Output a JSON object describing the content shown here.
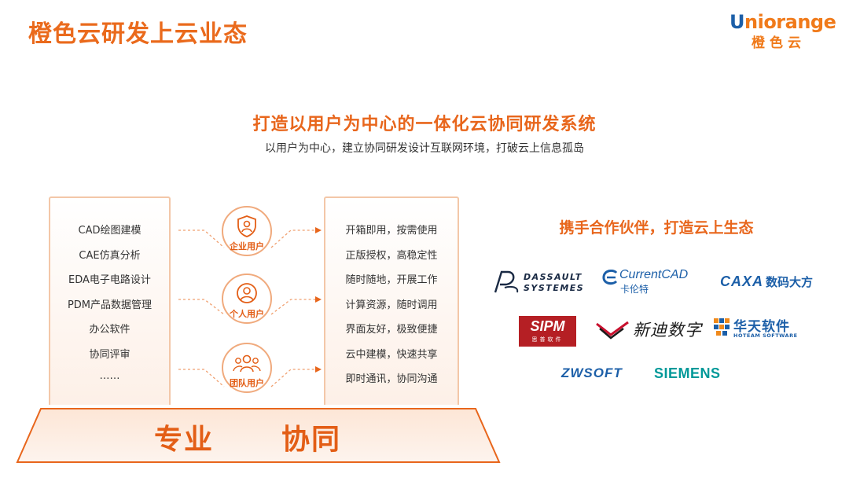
{
  "header": {
    "title": "橙色云研发上云业态"
  },
  "logo": {
    "en_prefix": "U",
    "en_rest": "niorange",
    "cn": "橙色云"
  },
  "headline": "打造以用户为中心的一体化云协同研发系统",
  "subline": "以用户为中心，建立协同研发设计互联网环境，打破云上信息孤岛",
  "left_panel": {
    "items": [
      "CAD绘图建模",
      "CAE仿真分析",
      "EDA电子电路设计",
      "PDM产品数据管理",
      "办公软件",
      "协同评审",
      "……"
    ]
  },
  "right_panel": {
    "items": [
      "开箱即用，按需使用",
      "正版授权，高稳定性",
      "随时随地，开展工作",
      "计算资源，随时调用",
      "界面友好，极致便捷",
      "云中建模，快速共享",
      "即时通讯，协同沟通"
    ]
  },
  "users": [
    {
      "label": "企业用户",
      "icon": "shield-user-icon"
    },
    {
      "label": "个人用户",
      "icon": "person-icon"
    },
    {
      "label": "团队用户",
      "icon": "team-icon"
    }
  ],
  "base_labels": {
    "left": "专业",
    "right": "协同"
  },
  "partners": {
    "title": "携手合作伙伴，打造云上生态",
    "dassault": {
      "line1": "DASSAULT",
      "line2": "SYSTEMES"
    },
    "currentcad": {
      "en": "CurrentCAD",
      "cn": "卡伦特"
    },
    "caxa": {
      "en": "CAXA",
      "cn": "数码大方"
    },
    "sipm": {
      "en": "SIPM",
      "cn": "思普软件"
    },
    "xinjian": {
      "cn": "新迪数字"
    },
    "hoteam": {
      "cn": "华天软件",
      "en": "HOTEAM SOFTWARE"
    },
    "zwsoft": {
      "text": "ZWSOFT"
    },
    "siemens": {
      "text": "SIEMENS"
    }
  },
  "colors": {
    "accent": "#e8661c",
    "accent_light": "#f3c7a8",
    "blue": "#1c5fa8",
    "siemens": "#009999",
    "sipm": "#b51f24"
  }
}
